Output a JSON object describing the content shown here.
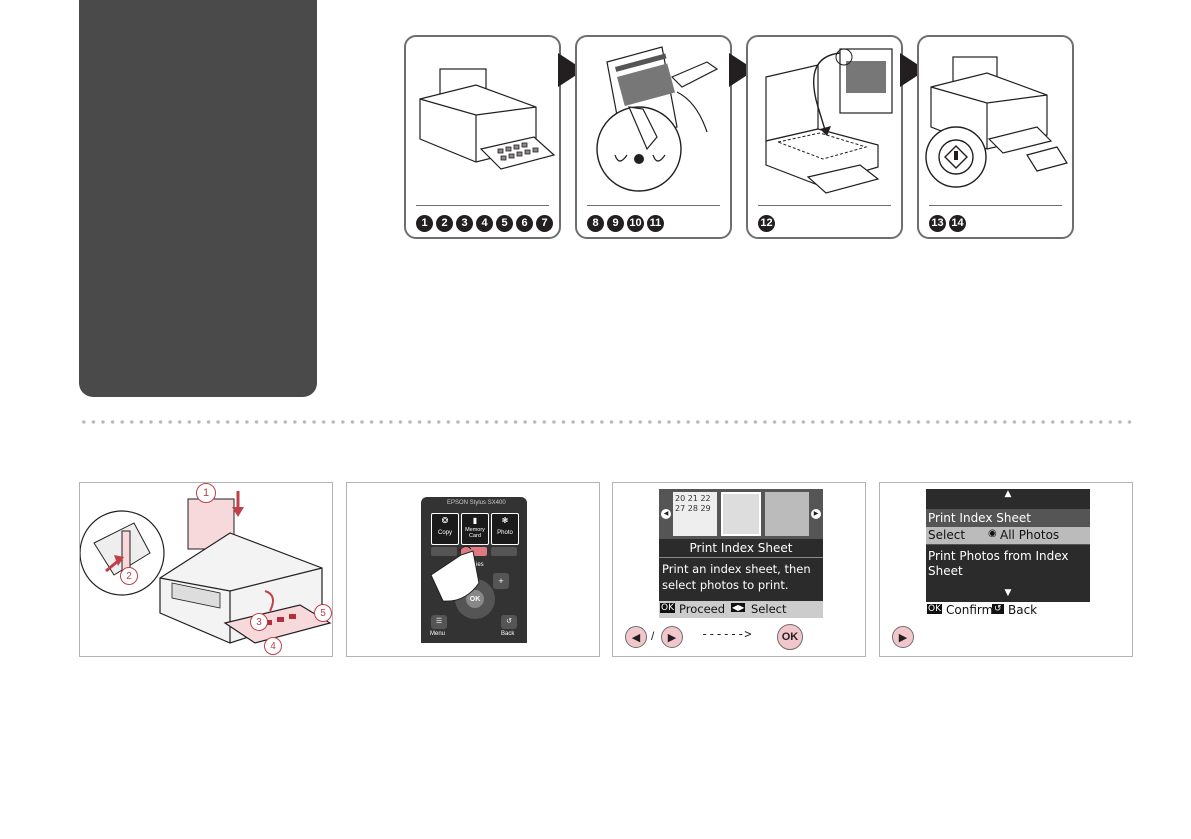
{
  "steps": [
    {
      "numbers": [
        "1",
        "2",
        "3",
        "4",
        "5",
        "6",
        "7"
      ]
    },
    {
      "numbers": [
        "8",
        "9",
        "10",
        "11"
      ]
    },
    {
      "numbers": [
        "12"
      ]
    },
    {
      "numbers": [
        "13",
        "14"
      ]
    }
  ],
  "callouts": [
    "1",
    "2",
    "3",
    "4",
    "5"
  ],
  "control_panel": {
    "model": "EPSON Stylus SX400",
    "copy": "Copy",
    "memory_card": "Memory Card",
    "photo": "Photo",
    "copies": "Copies",
    "ok": "OK",
    "menu": "Menu",
    "back": "Back"
  },
  "lcd1": {
    "calendar_row1": "20 21 22",
    "calendar_row2": "27 28 29",
    "title": "Print Index Sheet",
    "body_line1": "Print an index sheet, then",
    "body_line2": "select photos to print.",
    "footer_ok": "OK",
    "footer_proceed": "Proceed",
    "footer_select": "Select"
  },
  "nav1": {
    "slash": "/",
    "dashes": "------>",
    "ok": "OK"
  },
  "lcd2": {
    "item1_title": "Print Index Sheet",
    "item1_select": "Select",
    "item1_value": "All Photos",
    "item2_line1": "Print Photos from Index",
    "item2_line2": "Sheet",
    "footer_ok": "OK",
    "footer_confirm": "Confirm",
    "footer_back": "Back"
  },
  "colors": {
    "accent": "#f1c7cb",
    "dark": "#231f20",
    "tab": "#4a4a4a",
    "lcd": "#2b2b2b"
  }
}
